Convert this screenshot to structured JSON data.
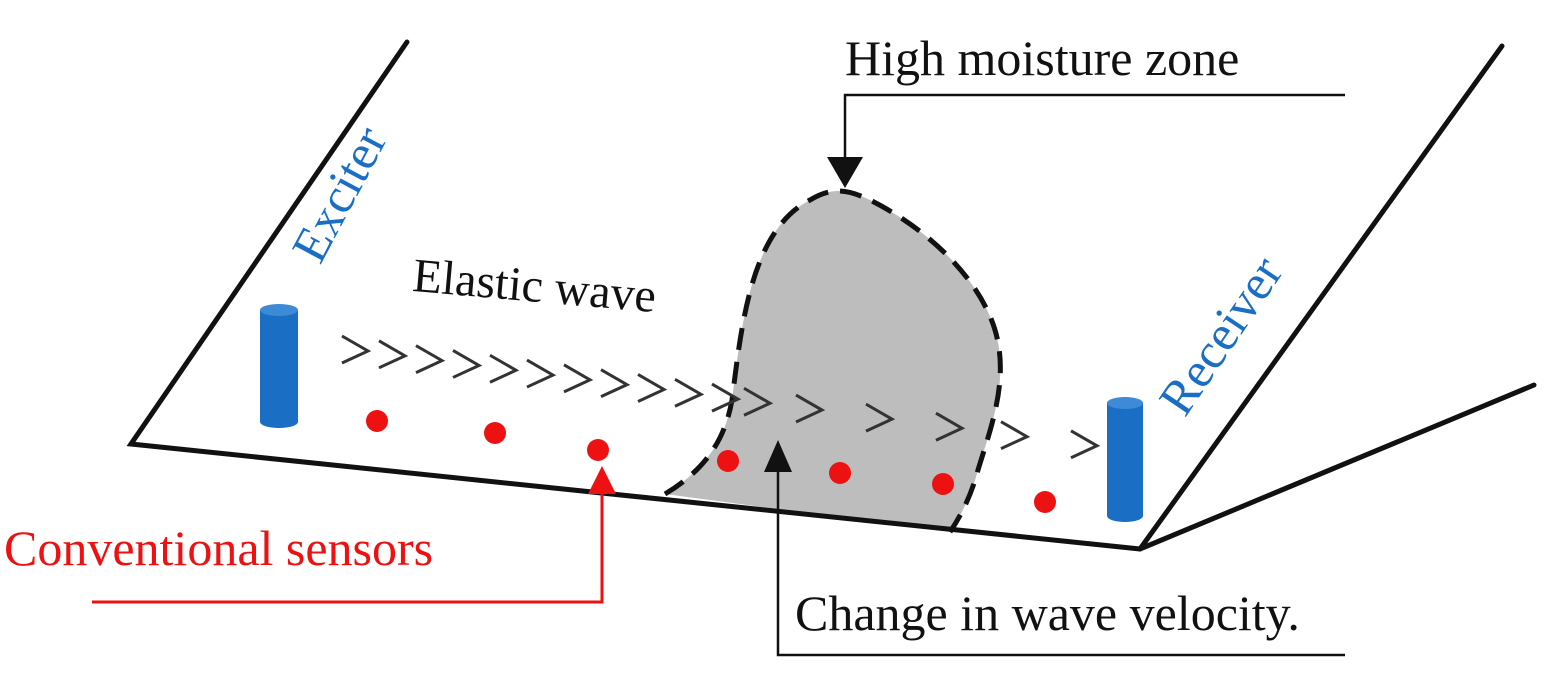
{
  "labels": {
    "high_moisture_zone": "High moisture zone",
    "exciter": "Exciter",
    "receiver": "Receiver",
    "elastic_wave": "Elastic wave",
    "conventional_sensors": "Conventional sensors",
    "change_in_wave_velocity": "Change in wave velocity."
  },
  "colors": {
    "outline": "#111111",
    "moisture_zone_fill": "#bdbdbd",
    "device": "#1a6fc4",
    "sensor": "#ee1111",
    "chevron": "#333333"
  }
}
